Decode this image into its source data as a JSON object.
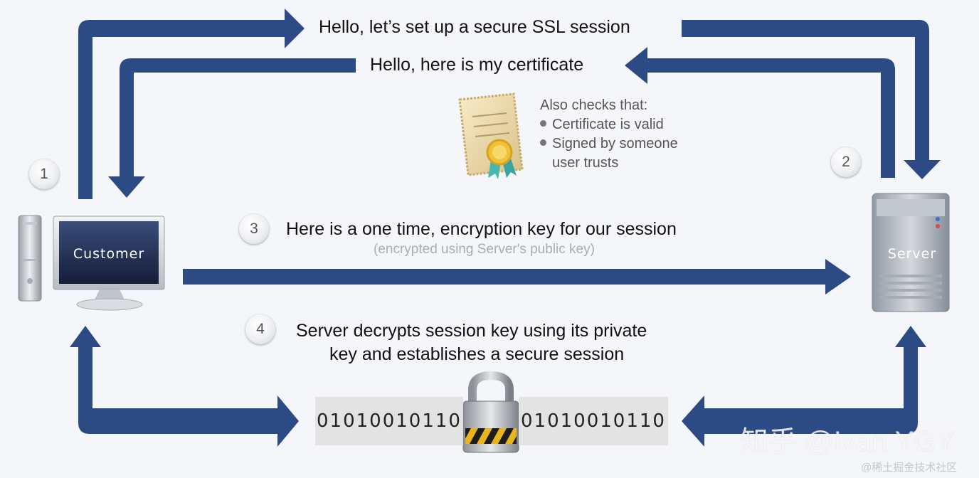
{
  "messages": {
    "step1_text": "Hello, let’s set up a secure SSL session",
    "step2_text": "Hello, here is my certificate",
    "step3_text": "Here is a one time, encryption key for our session",
    "step3_subtext": "(encrypted using Server's public key)",
    "step4_line1": "Server decrypts session key using its private",
    "step4_line2": "key and establishes a secure session"
  },
  "checks": {
    "heading": "Also checks that:",
    "item1": "Certificate is valid",
    "item2_line1": "Signed by someone",
    "item2_line2": "user trusts"
  },
  "steps": {
    "one": "1",
    "two": "2",
    "three": "3",
    "four": "4"
  },
  "nodes": {
    "customer": "Customer",
    "server": "Server"
  },
  "binary": {
    "left": "01010010110",
    "right": "01010010110"
  },
  "watermark": {
    "main": "知乎 @Ivan YGY",
    "corner": "@稀土掘金技术社区"
  },
  "colors": {
    "arrow": "#2c4b84",
    "lock_stripe": "#e8b420"
  },
  "icons": {
    "customer": "desktop-computer-icon",
    "server": "server-tower-icon",
    "certificate": "certificate-icon",
    "lock": "padlock-icon"
  }
}
